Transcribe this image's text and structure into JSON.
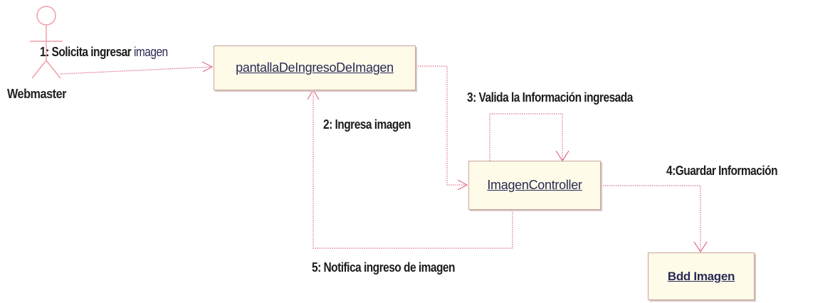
{
  "actor": {
    "name": "Webmaster"
  },
  "objects": {
    "screen": "pantallaDeIngresoDeImagen",
    "controller": "ImagenController",
    "db": "Bdd Imagen"
  },
  "messages": {
    "m1_prefix": "1: Solicita ingresar",
    "m1_suffix": " imagen",
    "m2": "2: Ingresa imagen",
    "m3": "3: Valida la Información ingresada",
    "m4": "4:Guardar Información",
    "m5": "5: Notifica ingreso de imagen"
  },
  "colors": {
    "line": "#e0708a",
    "box_fill": "#fffbe9",
    "box_border": "#c9a39a",
    "actor": "#f0a0a8"
  }
}
